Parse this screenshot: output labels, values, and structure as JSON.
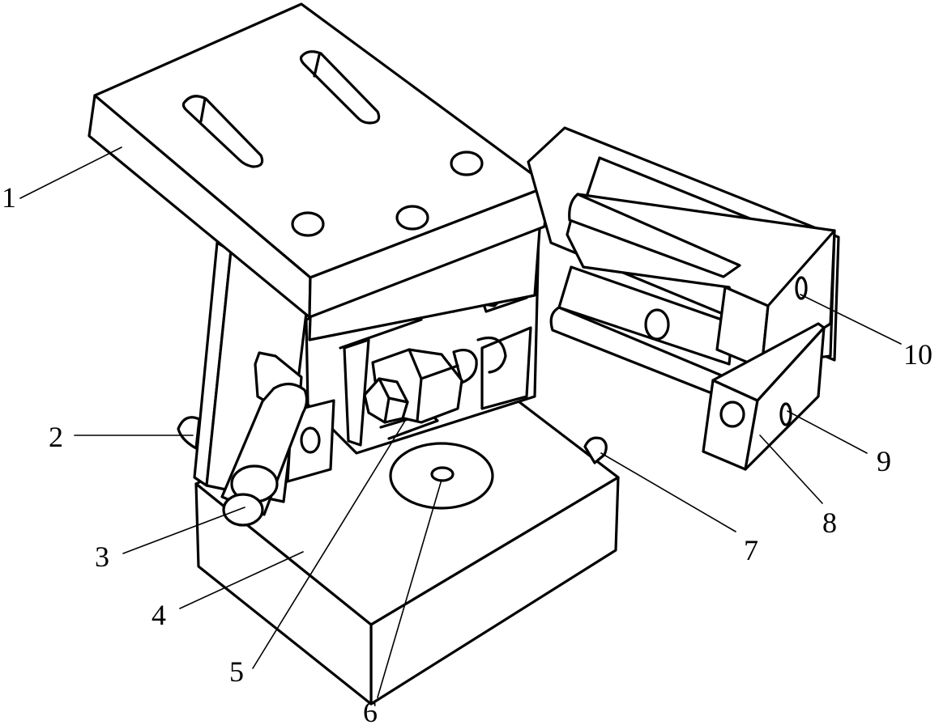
{
  "figure": {
    "type": "patent line drawing",
    "subject": "isometric view of a mechanical clamping fixture assembly",
    "background_color": "#ffffff",
    "line_color": "#000000"
  },
  "callouts": [
    {
      "id": "1",
      "label": "1"
    },
    {
      "id": "2",
      "label": "2"
    },
    {
      "id": "3",
      "label": "3"
    },
    {
      "id": "4",
      "label": "4"
    },
    {
      "id": "5",
      "label": "5"
    },
    {
      "id": "6",
      "label": "6"
    },
    {
      "id": "7",
      "label": "7"
    },
    {
      "id": "8",
      "label": "8"
    },
    {
      "id": "9",
      "label": "9"
    },
    {
      "id": "10",
      "label": "10"
    }
  ]
}
